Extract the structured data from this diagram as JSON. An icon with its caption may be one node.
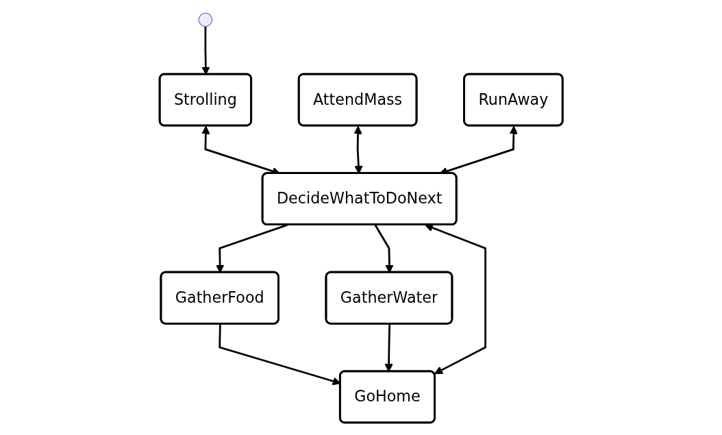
{
  "diagram": {
    "nodes": [
      {
        "text": [],
        "shape": "circle"
      },
      {
        "text": [
          "Strolling"
        ]
      },
      {
        "text": [
          "AttendMass"
        ]
      },
      {
        "text": [
          "GoHome"
        ]
      },
      {
        "text": [
          "RunAway"
        ]
      },
      {
        "text": [
          "DecideWhatToDoNext"
        ]
      },
      {
        "text": [
          "GatherWater"
        ]
      },
      {
        "text": [
          "GatherFood"
        ]
      }
    ],
    "edges": [
      {
        "from": 0,
        "to": 1,
        "arrow": "to"
      },
      {
        "from": 1,
        "to": 5,
        "arrow": "both"
      },
      {
        "from": 2,
        "to": 5,
        "arrow": "both"
      },
      {
        "from": 3,
        "to": 5,
        "arrow": "both"
      },
      {
        "from": 4,
        "to": 5,
        "arrow": "both"
      },
      {
        "from": 5,
        "to": 6,
        "arrow": "to"
      },
      {
        "from": 5,
        "to": 7,
        "arrow": "to"
      },
      {
        "from": 7,
        "to": 3,
        "arrow": "to"
      },
      {
        "from": 6,
        "to": 3,
        "arrow": "to"
      }
    ]
  }
}
